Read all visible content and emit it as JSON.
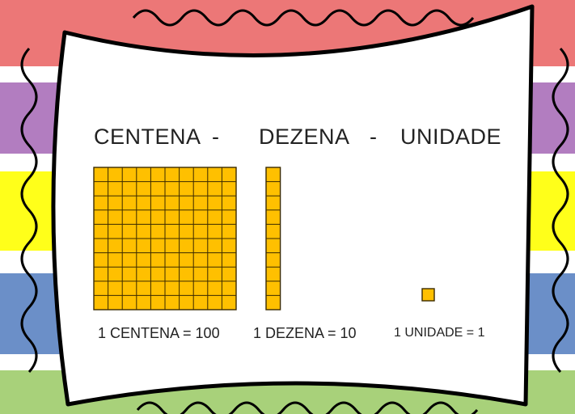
{
  "colors": {
    "red_band": "#ec7777",
    "purple_band": "#b27dc0",
    "yellow_band": "#ffff1a",
    "blue_band": "#6b8fc8",
    "green_band": "#a8d17a",
    "block_fill": "#ffc000",
    "block_line": "#3a2a00"
  },
  "title": {
    "word1": "CENTENA",
    "sep1": "-",
    "word2": "DEZENA",
    "sep2": "-",
    "word3": "UNIDADE"
  },
  "blocks": {
    "hundred": {
      "rows": 10,
      "cols": 10
    },
    "ten": {
      "rows": 10,
      "cols": 1
    },
    "unit": {
      "rows": 1,
      "cols": 1
    }
  },
  "captions": {
    "hundred": "1 CENTENA = 100",
    "ten": "1 DEZENA = 10",
    "unit": "1 UNIDADE = 1"
  }
}
